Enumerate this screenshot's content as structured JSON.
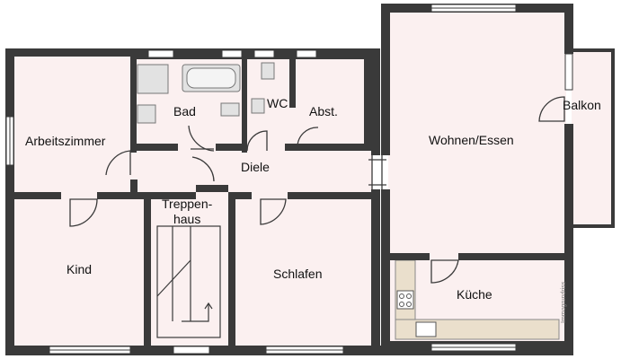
{
  "rooms": {
    "arbeitszimmer": "Arbeitszimmer",
    "bad": "Bad",
    "wc": "WC",
    "abst": "Abst.",
    "diele": "Diele",
    "treppenhaus_line1": "Treppen-",
    "treppenhaus_line2": "haus",
    "kind": "Kind",
    "schlafen": "Schlafen",
    "wohnen_essen": "Wohnen/Essen",
    "balkon": "Balkon",
    "kueche": "Küche"
  },
  "watermark": "Immogrundriss",
  "colors": {
    "wall": "#3a3a3a",
    "floor": "#fbf0f0",
    "window": "#ffffff",
    "kitchen_counter": "#eadfcc",
    "fixture": "#cfcfcf"
  }
}
